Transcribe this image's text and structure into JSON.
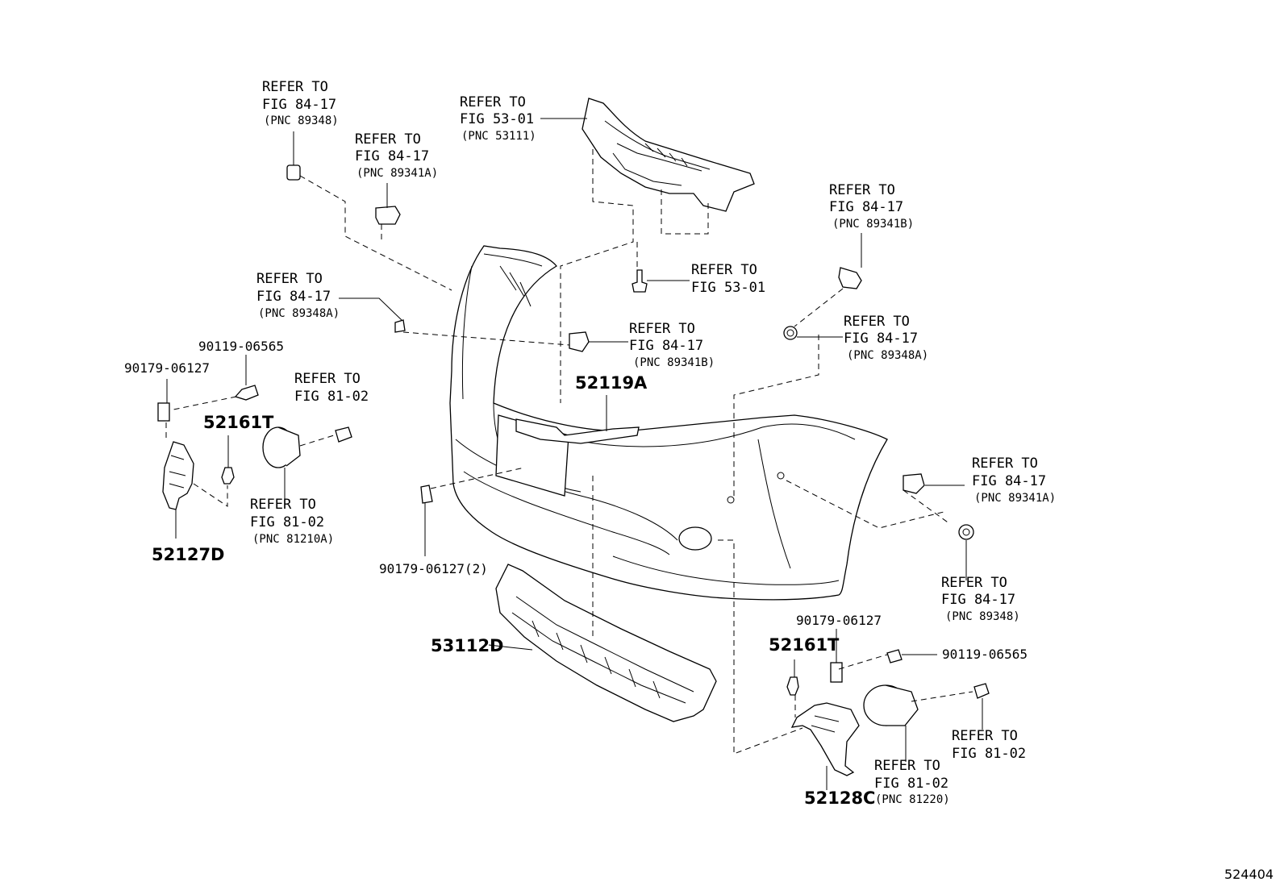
{
  "refer_to": "REFER TO",
  "callouts": {
    "grille_upper": {
      "fig": "FIG 53-01",
      "pnc": "(PNC 53111)"
    },
    "sensor_89348_top": {
      "fig": "FIG 84-17",
      "pnc": "(PNC 89348)"
    },
    "sensor_89341A_top": {
      "fig": "FIG 84-17",
      "pnc": "(PNC 89341A)"
    },
    "sensor_89341B_right": {
      "fig": "FIG 84-17",
      "pnc": "(PNC 89341B)"
    },
    "bolt_5301": {
      "fig": "FIG 53-01"
    },
    "sensor_89348A_left": {
      "fig": "FIG 84-17",
      "pnc": "(PNC 89348A)"
    },
    "sensor_89341B_center": {
      "fig": "FIG 84-17",
      "pnc": "(PNC 89341B)"
    },
    "sensor_89348A_right": {
      "fig": "FIG 84-17",
      "pnc": "(PNC 89348A)"
    },
    "bolt_8102_left": {
      "fig": "FIG 81-02"
    },
    "fog_lamp_left": {
      "fig": "FIG 81-02",
      "pnc": "(PNC 81210A)"
    },
    "sensor_89341A_right": {
      "fig": "FIG 84-17",
      "pnc": "(PNC 89341A)"
    },
    "sensor_89348_right": {
      "fig": "FIG 84-17",
      "pnc": "(PNC 89348)"
    },
    "bolt_8102_right": {
      "fig": "FIG 81-02"
    },
    "fog_lamp_right": {
      "fig": "FIG 81-02",
      "pnc": "(PNC 81220)"
    }
  },
  "part_numbers": {
    "p_52119A": "52119A",
    "p_52161T_left": "52161T",
    "p_52161T_right": "52161T",
    "p_52127D": "52127D",
    "p_52128C": "52128C",
    "p_53112D": "53112D",
    "p_90119_left": "90119-06565",
    "p_90179_left": "90179-06127",
    "p_90179_center": "90179-06127(2)",
    "p_90179_right": "90179-06127",
    "p_90119_right": "90119-06565"
  },
  "figure_id": "524404"
}
